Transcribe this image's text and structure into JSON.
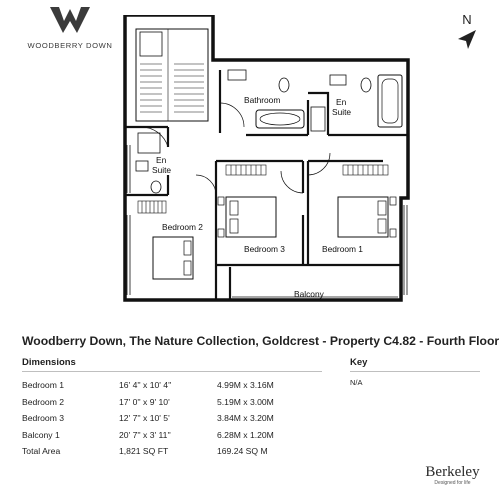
{
  "brand": {
    "logo_text": "WOODBERRY DOWN"
  },
  "compass": {
    "letter": "N"
  },
  "plan": {
    "rooms": {
      "bathroom": "Bathroom",
      "en_suite_right_1": "En",
      "en_suite_right_2": "Suite",
      "en_suite_left_1": "En",
      "en_suite_left_2": "Suite",
      "bedroom_2": "Bedroom 2",
      "bedroom_3": "Bedroom 3",
      "bedroom_1": "Bedroom 1",
      "balcony": "Balcony"
    }
  },
  "title": "Woodberry Down, The Nature Collection, Goldcrest - Property C4.82 - Fourth Floor",
  "dimensions": {
    "heading": "Dimensions",
    "rows": [
      {
        "name": "Bedroom 1",
        "imperial": "16' 4'' x 10' 4''",
        "metric": "4.99M x 3.16M"
      },
      {
        "name": "Bedroom 2",
        "imperial": "17' 0'' x 9' 10'",
        "metric": "5.19M x 3.00M"
      },
      {
        "name": "Bedroom 3",
        "imperial": "12' 7'' x 10' 5'",
        "metric": "3.84M x 3.20M"
      },
      {
        "name": "Balcony 1",
        "imperial": "20' 7'' x 3' 11''",
        "metric": "6.28M x 1.20M"
      },
      {
        "name": "Total Area",
        "imperial": "1,821 SQ FT",
        "metric": "169.24 SQ M"
      }
    ]
  },
  "key": {
    "heading": "Key",
    "value": "N/A"
  },
  "berkeley": {
    "name": "Berkeley",
    "tagline": "Designed for life"
  }
}
